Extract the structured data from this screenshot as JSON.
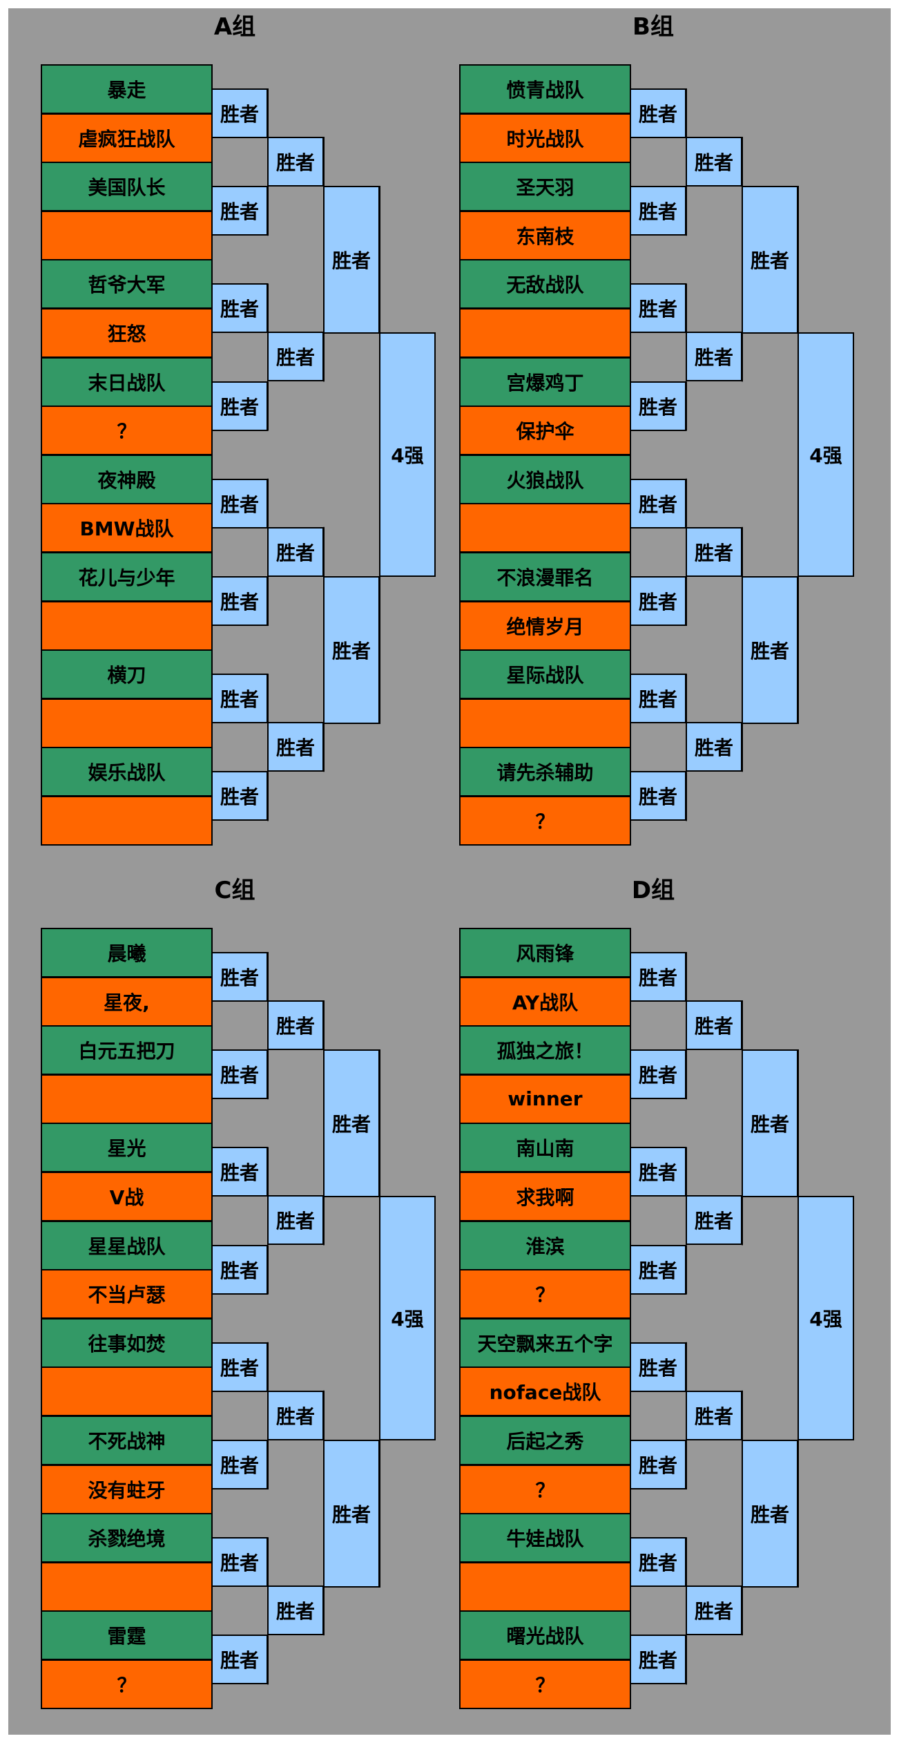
{
  "groups": [
    {
      "title": "A组",
      "teams": [
        "暴走",
        "虐疯狂战队",
        "美国队长",
        "",
        "哲爷大军",
        "狂怒",
        "末日战队",
        "？",
        "夜神殿",
        "BMW战队",
        "花儿与少年",
        "",
        "横刀",
        "",
        "娱乐战队",
        ""
      ],
      "winner_label": "胜者",
      "final_label": "4强"
    },
    {
      "title": "B组",
      "teams": [
        "愤青战队",
        "时光战队",
        "圣天羽",
        "东南枝",
        "无敌战队",
        "",
        "宫爆鸡丁",
        "保护伞",
        "火狼战队",
        "",
        "不浪漫罪名",
        "绝情岁月",
        "星际战队",
        "",
        "请先杀辅助",
        "？"
      ],
      "winner_label": "胜者",
      "final_label": "4强"
    },
    {
      "title": "C组",
      "teams": [
        "晨曦",
        "星夜,",
        "白元五把刀",
        "",
        "星光",
        "V战",
        "星星战队",
        "不当卢瑟",
        "往事如焚",
        "",
        "不死战神",
        "没有蛀牙",
        "杀戮绝境",
        "",
        "雷霆",
        "？"
      ],
      "winner_label": "胜者",
      "final_label": "4强"
    },
    {
      "title": "D组",
      "teams": [
        "风雨锋",
        "AY战队",
        "孤独之旅！",
        "winner",
        "南山南",
        "求我啊",
        "淮滨",
        "？",
        "天空飘来五个字",
        "noface战队",
        "后起之秀",
        "？",
        "牛娃战队",
        "",
        "曙光战队",
        "？"
      ],
      "winner_label": "胜者",
      "final_label": "4强"
    }
  ]
}
